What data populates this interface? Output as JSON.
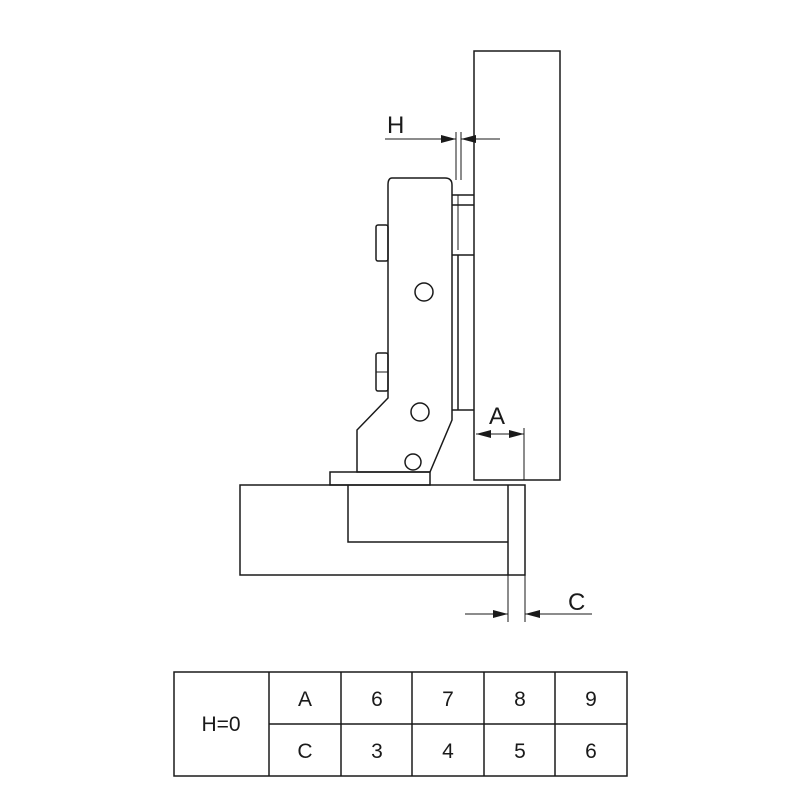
{
  "labels": {
    "h": "H",
    "a": "A",
    "c": "C"
  },
  "table": {
    "condition": "H=0",
    "rows": [
      {
        "key": "A",
        "values": [
          "6",
          "7",
          "8",
          "9"
        ]
      },
      {
        "key": "C",
        "values": [
          "3",
          "4",
          "5",
          "6"
        ]
      }
    ]
  }
}
